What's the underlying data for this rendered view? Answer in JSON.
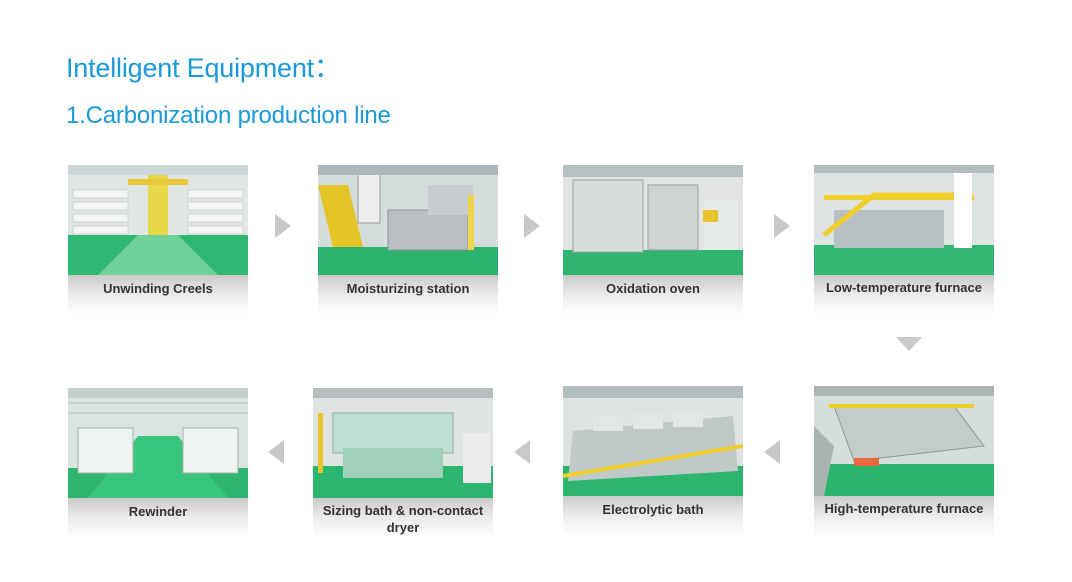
{
  "header": {
    "title": "Intelligent Equipment：",
    "subtitle": "1.Carbonization production line"
  },
  "steps": [
    {
      "label": "Unwinding Creels"
    },
    {
      "label": "Moisturizing station"
    },
    {
      "label": "Oxidation oven"
    },
    {
      "label": "Low-temperature furnace"
    },
    {
      "label": "High-temperature furnace"
    },
    {
      "label": "Electrolytic bath"
    },
    {
      "label": "Sizing bath & non-contact dryer"
    },
    {
      "label": "Rewinder"
    }
  ],
  "icons": [
    "arrow-right-icon",
    "arrow-down-icon",
    "arrow-left-icon"
  ],
  "colors": {
    "heading": "#1b9ad8",
    "arrow": "#c9c9c9",
    "floor_green": "#27b36b"
  }
}
